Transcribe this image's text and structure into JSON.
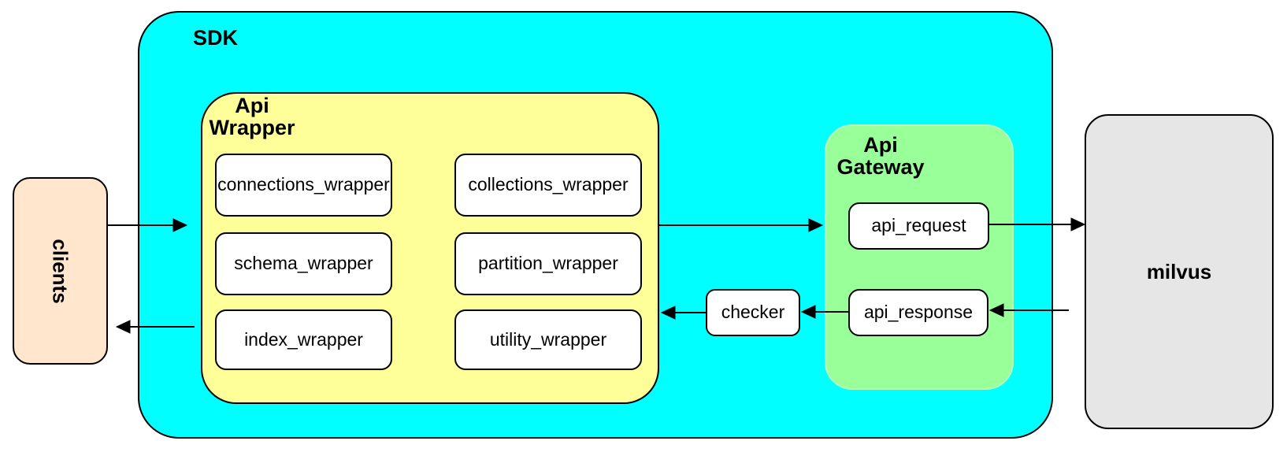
{
  "diagram": {
    "nodes": {
      "clients": "clients",
      "sdk": "SDK",
      "api_wrapper": {
        "line1": "Api",
        "line2": "Wrapper"
      },
      "api_gateway": {
        "line1": "Api",
        "line2": "Gateway"
      },
      "milvus": "milvus",
      "checker": "checker",
      "wrapper_boxes": [
        "connections_wrapper",
        "collections_wrapper",
        "schema_wrapper",
        "partition_wrapper",
        "index_wrapper",
        "utility_wrapper"
      ],
      "gateway_boxes": [
        "api_request",
        "api_response"
      ]
    },
    "colors": {
      "sdk_fill": "#00ffff",
      "api_wrapper_fill": "#ffff99",
      "api_gateway_fill": "#99ff99",
      "clients_fill": "#ffe6cc",
      "milvus_fill": "#e6e6e6",
      "leaf_node_fill": "#ffffff",
      "stroke": "#000000"
    }
  }
}
